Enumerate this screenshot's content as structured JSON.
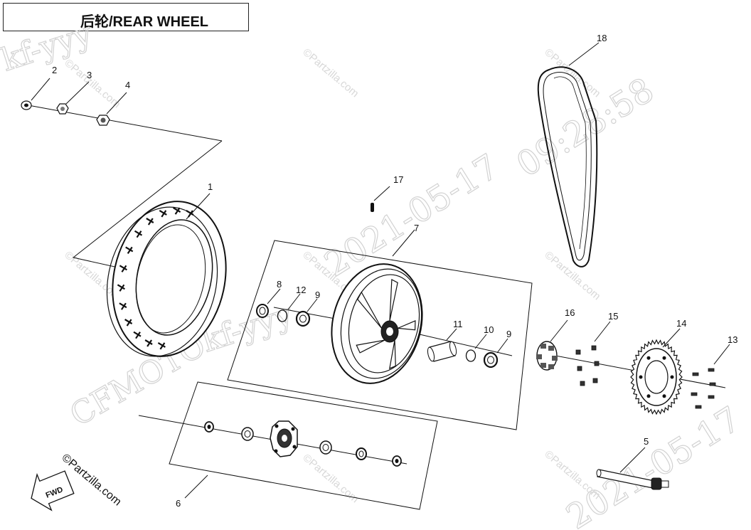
{
  "header": {
    "title": "后轮/REAR WHEEL"
  },
  "callouts": {
    "p1": "1",
    "p2": "2",
    "p3": "3",
    "p4": "4",
    "p5": "5",
    "p6": "6",
    "p7": "7",
    "p8": "8",
    "p9a": "9",
    "p9b": "9",
    "p10": "10",
    "p11": "11",
    "p12": "12",
    "p13": "13",
    "p14": "14",
    "p15": "15",
    "p16": "16",
    "p17": "17",
    "p18": "18"
  },
  "watermarks": {
    "brand": "CFMOTO",
    "user_top": "kf-yyy",
    "user_mid": "kf-yyy",
    "date_center": "2021-05-17",
    "date_bottom": "2021-05-17",
    "time": "09:28:58",
    "site": "©Partzilla.com"
  },
  "badges": {
    "fwd": "FWD",
    "partzilla": "©Partzilla.com"
  },
  "colors": {
    "line": "#111111",
    "watermark": "#d2d2d2"
  }
}
